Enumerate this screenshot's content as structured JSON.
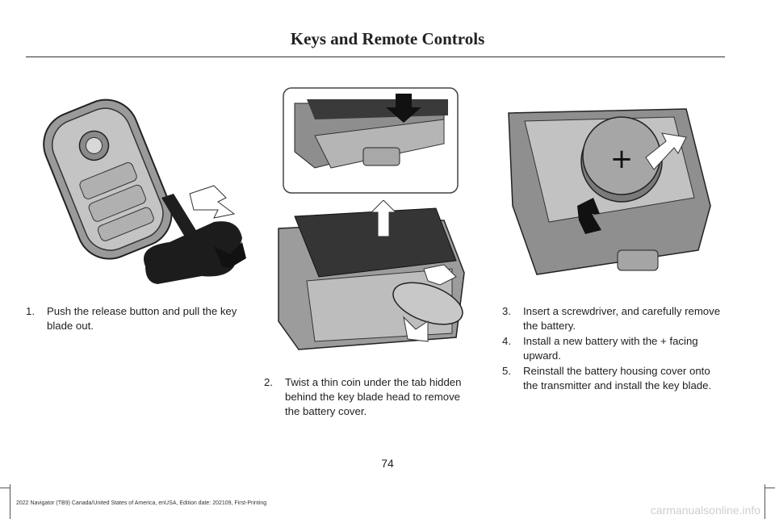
{
  "header": {
    "title": "Keys and Remote Controls"
  },
  "steps": [
    {
      "num": "1.",
      "text": "Push the release button and pull the key blade out."
    },
    {
      "num": "2.",
      "text": "Twist a thin coin under the tab hidden behind the key blade head to remove the battery cover."
    },
    {
      "num": "3.",
      "text": "Insert a screwdriver, and carefully remove the battery."
    },
    {
      "num": "4.",
      "text": "Install a new battery with the + facing upward."
    },
    {
      "num": "5.",
      "text": "Reinstall the battery housing cover onto the transmitter and install the key blade."
    }
  ],
  "figure3": {
    "battery_symbol": "+"
  },
  "footer": {
    "page_number": "74",
    "edition": "2022 Navigator (TB9) Canada/United States of America, enUSA, Edition date: 202109, First-Printing",
    "watermark": "carmanualsonline.info"
  }
}
